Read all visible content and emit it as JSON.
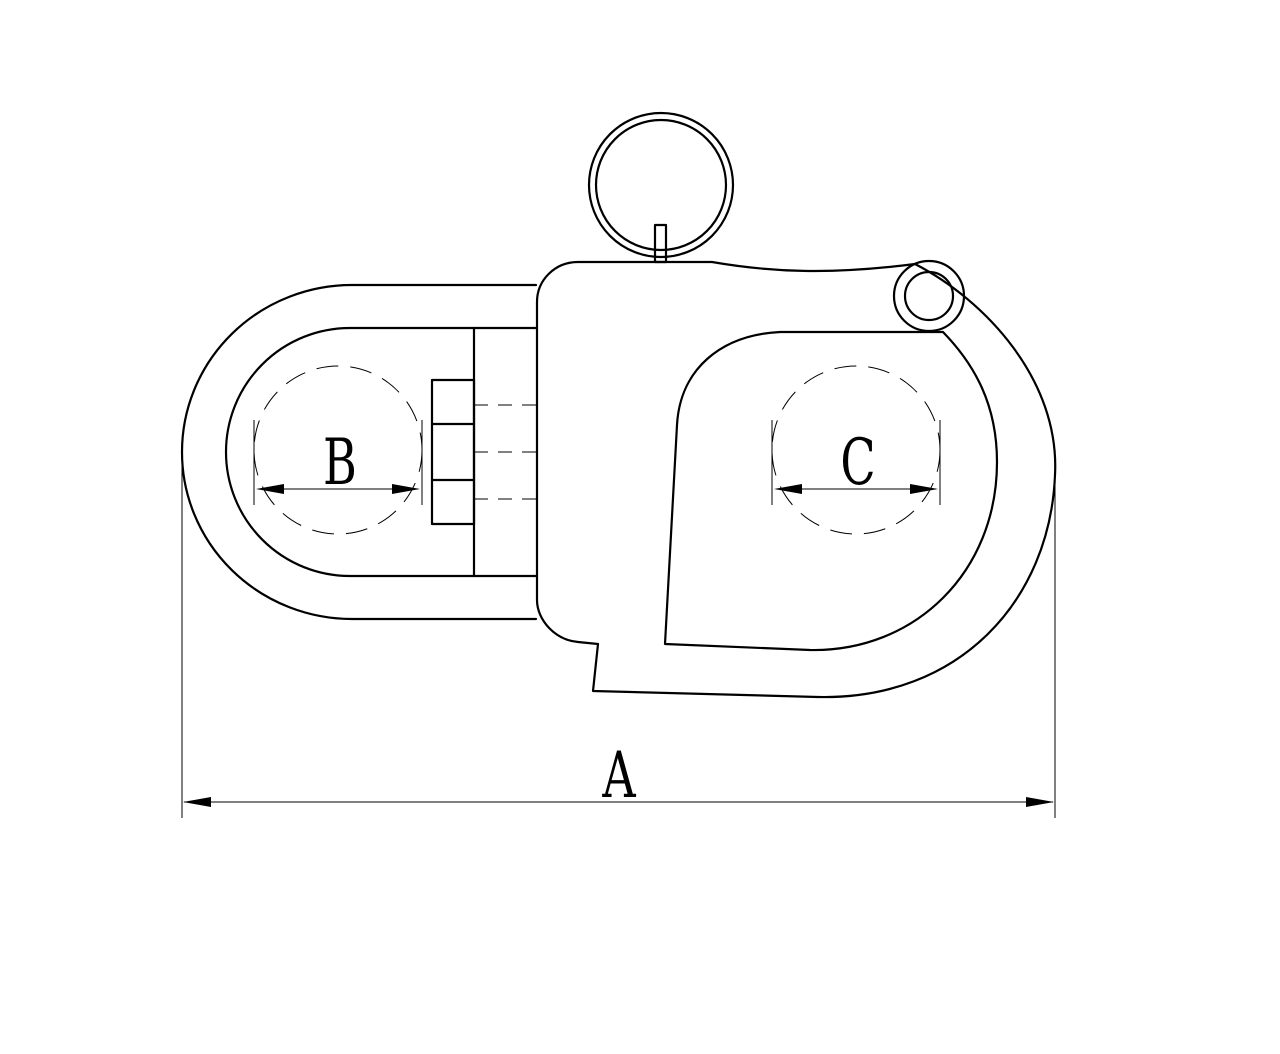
{
  "diagram": {
    "labels": {
      "a": "A",
      "b": "B",
      "c": "C"
    },
    "line_color": "#000000",
    "background_color": "#ffffff"
  }
}
